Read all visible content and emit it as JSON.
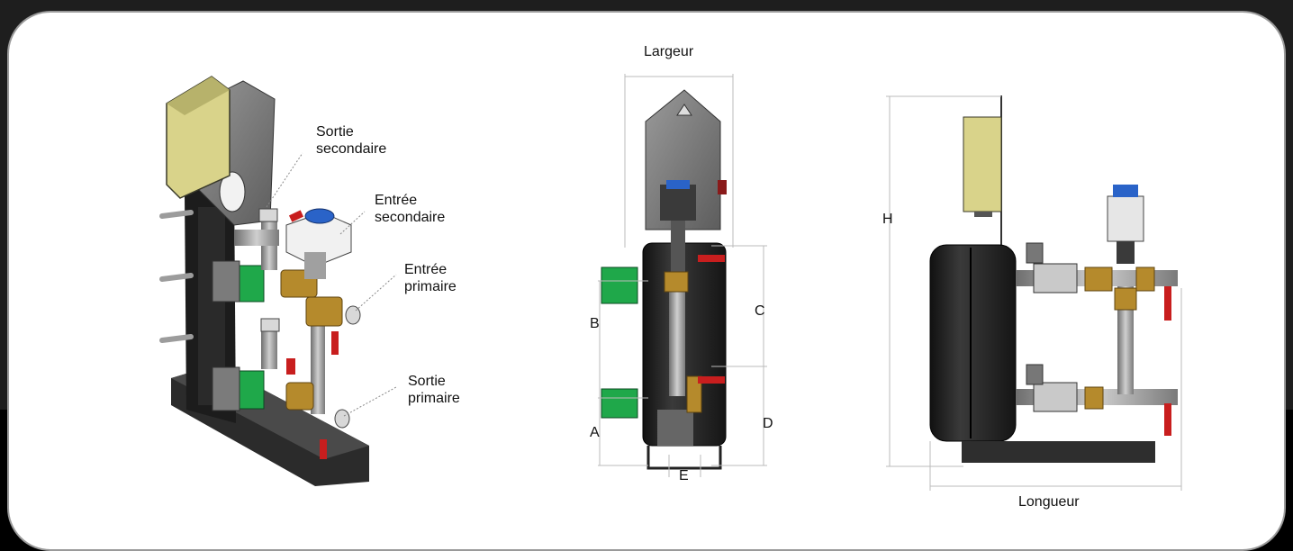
{
  "colors": {
    "frame": "#1e1e1e",
    "card": "#ffffff",
    "pump_green": "#1fa84a",
    "valve_red": "#c81e1e",
    "brass": "#b58a2c",
    "box_yellow": "#d9d38a",
    "actuator_blue": "#2a63c8"
  },
  "iso_view": {
    "labels": {
      "sortie_secondaire": "Sortie\nsecondaire",
      "entree_secondaire": "Entrée\nsecondaire",
      "entree_primaire": "Entrée\nprimaire",
      "sortie_primaire": "Sortie\nprimaire"
    }
  },
  "front_view": {
    "dimensions": {
      "largeur": "Largeur",
      "a": "A",
      "b": "B",
      "c": "C",
      "d": "D",
      "e": "E"
    }
  },
  "side_view": {
    "dimensions": {
      "h": "H",
      "longueur": "Longueur"
    }
  }
}
